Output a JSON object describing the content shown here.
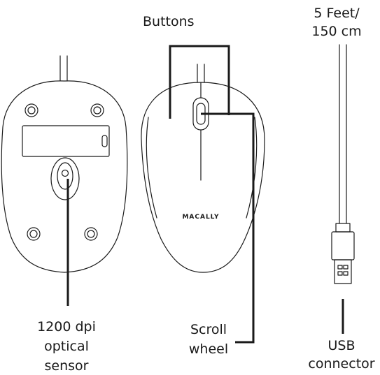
{
  "labels": {
    "buttons": "Buttons",
    "cable_length_line1": "5 Feet/",
    "cable_length_line2": "150 cm",
    "sensor_line1": "1200 dpi",
    "sensor_line2": "optical",
    "sensor_line3": "sensor",
    "scroll_line1": "Scroll",
    "scroll_line2": "wheel",
    "usb_line1": "USB",
    "usb_line2": "connector"
  },
  "brand": {
    "logo_text": "MACALLY"
  },
  "colors": {
    "stroke": "#1a1a1a",
    "background": "#ffffff"
  }
}
